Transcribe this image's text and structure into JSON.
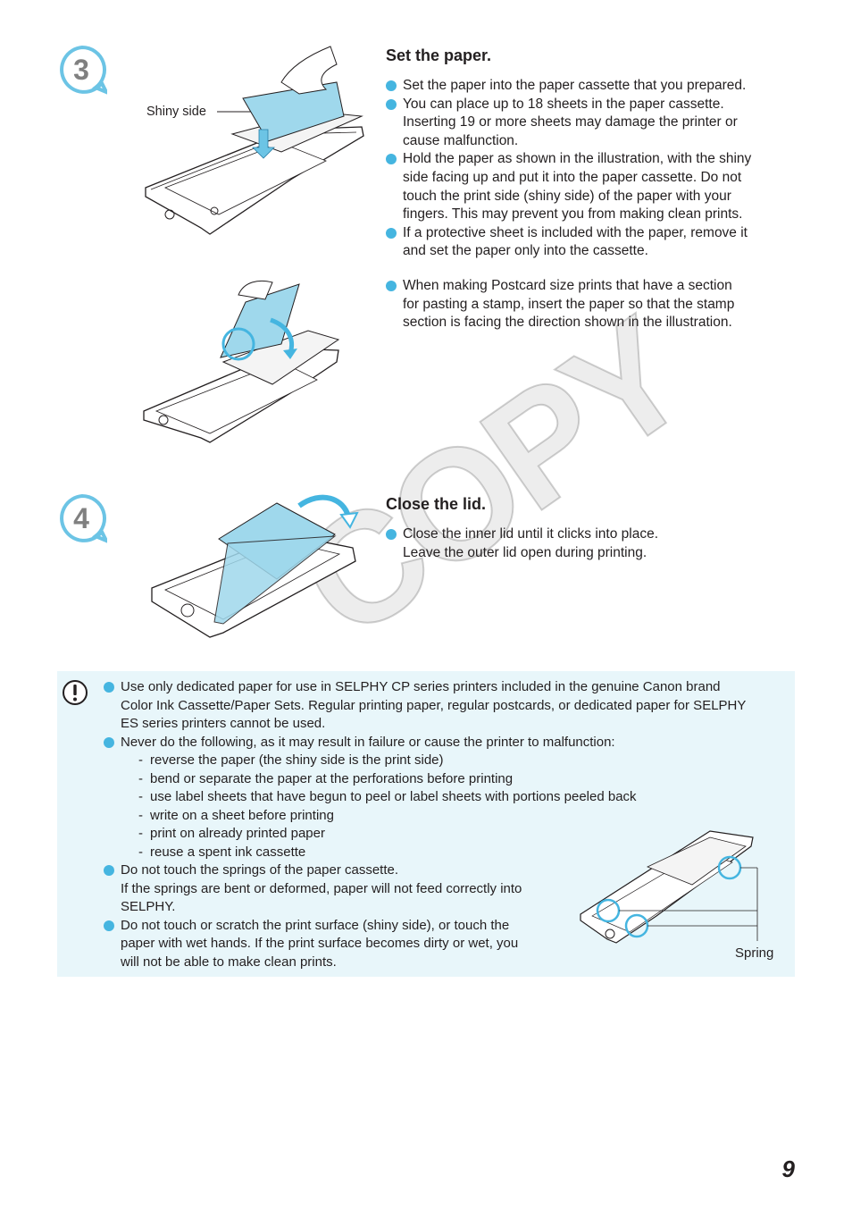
{
  "steps": [
    {
      "number": "3",
      "title": "Set the paper.",
      "illustration_label": "Shiny side",
      "bullets": [
        {
          "lines": [
            "Set the paper into the paper cassette that you prepared."
          ]
        },
        {
          "lines": [
            "You can place up to 18 sheets in the paper cassette.",
            "Inserting 19 or more sheets may damage the printer or",
            "cause malfunction."
          ]
        },
        {
          "lines": [
            "Hold the paper as shown in the illustration, with the shiny",
            "side facing up and put it into the paper cassette. Do not",
            "touch the print side (shiny side) of the paper with your",
            "fingers. This may prevent you from making clean prints."
          ]
        },
        {
          "lines": [
            "If a protective sheet is included with the paper, remove it",
            "and set the paper only into the cassette."
          ]
        },
        {
          "lines": [
            "When making Postcard size prints that have a section",
            "for pasting a stamp, insert the paper so that the stamp",
            "section is facing the direction shown in the illustration."
          ]
        }
      ]
    },
    {
      "number": "4",
      "title": "Close the lid.",
      "bullets": [
        {
          "lines": [
            "Close the inner lid until it clicks into place.",
            "Leave the outer lid open during printing."
          ]
        }
      ]
    }
  ],
  "caution": {
    "icon": "caution-icon",
    "item1": [
      "Use only dedicated paper for use in SELPHY CP series printers included in the genuine Canon brand",
      "Color Ink Cassette/Paper Sets. Regular printing paper, regular postcards, or dedicated paper for SELPHY",
      "ES series printers cannot be used."
    ],
    "item2": "Never do the following, as it may result in failure or cause the printer to malfunction:",
    "subitems": [
      "reverse the paper (the shiny side is the print side)",
      "bend or separate the paper at the perforations before printing",
      "use label sheets that have begun to peel or label sheets with portions peeled back",
      "write on a sheet before printing",
      "print on already printed paper",
      "reuse a spent ink cassette"
    ],
    "item3": [
      "Do not touch the springs of the paper cassette.",
      "If the springs are bent or deformed, paper will not feed correctly into",
      "SELPHY."
    ],
    "item4": [
      "Do not touch or scratch the print surface (shiny side), or touch the",
      "paper with wet hands. If the print surface becomes dirty or wet, you",
      "will not be able to make clean prints."
    ],
    "spring_label": "Spring"
  },
  "watermark": "COPY",
  "page_number": "9",
  "colors": {
    "accent": "#45b5e0",
    "panel": "#e8f6fa",
    "paper": "#9fd8ec",
    "text": "#231f20"
  }
}
